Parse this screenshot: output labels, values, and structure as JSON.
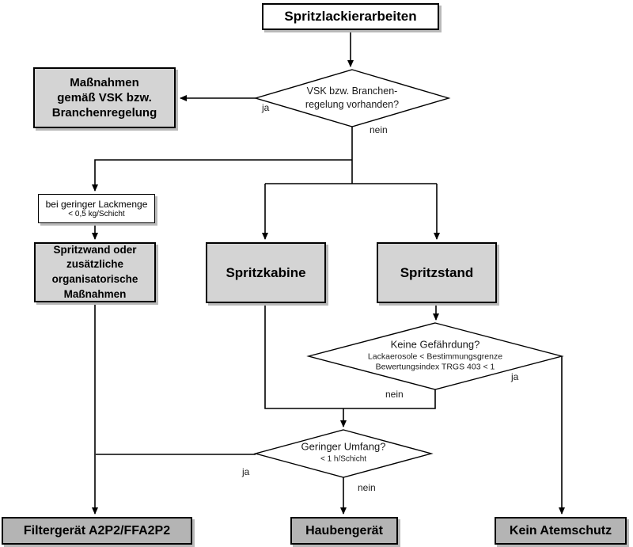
{
  "diagram": {
    "nodes": {
      "start": "Spritzlackierarbeiten",
      "massnahmen": {
        "lines": [
          "Maßnahmen",
          "gemäß VSK bzw.",
          "Branchenregelung"
        ]
      },
      "lackmenge": {
        "line1": "bei geringer Lackmenge",
        "line2": "< 0,5 kg/Schicht"
      },
      "spritzwand": {
        "lines": [
          "Spritzwand oder",
          "zusätzliche",
          "organisatorische",
          "Maßnahmen"
        ]
      },
      "spritzkabine": "Spritzkabine",
      "spritzstand": "Spritzstand",
      "filtergeraet": "Filtergerät A2P2/FFA2P2",
      "haubengeraet": "Haubengerät",
      "kein_atemschutz": "Kein Atemschutz"
    },
    "decisions": {
      "vsk": {
        "line1": "VSK bzw. Branchen-",
        "line2": "regelung vorhanden?"
      },
      "gefaehrdung": {
        "title": "Keine Gefährdung?",
        "sub1": "Lackaerosole < Bestimmungsgrenze",
        "sub2": "Bewertungsindex TRGS 403 < 1"
      },
      "umfang": {
        "title": "Geringer Umfang?",
        "sub1": "< 1 h/Schicht"
      }
    },
    "edge_labels": {
      "ja": "ja",
      "nein": "nein"
    },
    "colors": {
      "box_fill": "#d4d4d4",
      "terminal_fill": "#b4b4b4",
      "line_color": "#000000",
      "shadow": "#b9b9b9"
    }
  }
}
